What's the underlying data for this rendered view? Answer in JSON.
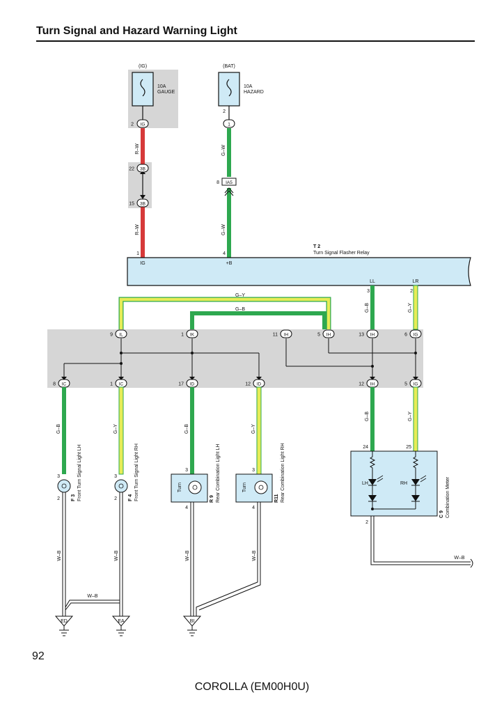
{
  "title": "Turn Signal and Hazard Warning Light",
  "page_number": "92",
  "footer": "COROLLA (EM00H0U)",
  "fuses": {
    "ig": {
      "source": "(IG)",
      "rating": "10A",
      "name": "GAUGE"
    },
    "bat": {
      "source": "(BAT)",
      "rating": "10A",
      "name": "HAZARD"
    }
  },
  "connectors": {
    "fuse_ig_pin": "2",
    "fuse_ig_id": "IG",
    "fuse_bat_pin": "2",
    "fuse_bat_id": "1",
    "j3b_top_pin": "22",
    "j3b_bot_pin": "15",
    "j3b_id": "3B",
    "ia5_pin": "8",
    "ia5_id": "IA5",
    "t2_ig_pin": "1",
    "t2_b_pin": "4",
    "t2_ll_pin": "3",
    "t2_lr_pin": "2",
    "jb_top": [
      {
        "pin": "9",
        "id": "IL"
      },
      {
        "pin": "1",
        "id": "IK"
      },
      {
        "pin": "11",
        "id": "IH"
      },
      {
        "pin": "5",
        "id": "IH"
      },
      {
        "pin": "13",
        "id": "IH"
      },
      {
        "pin": "6",
        "id": "IG"
      }
    ],
    "jb_bottom": [
      {
        "pin": "8",
        "id": "IC"
      },
      {
        "pin": "1",
        "id": "IC"
      },
      {
        "pin": "17",
        "id": "ID"
      },
      {
        "pin": "12",
        "id": "ID"
      },
      {
        "pin": "12",
        "id": "IH"
      },
      {
        "pin": "5",
        "id": "IG"
      }
    ]
  },
  "wires": {
    "rw": "R–W",
    "gw": "G–W",
    "gy": "G–Y",
    "gb": "G–B",
    "wb": "W–B"
  },
  "relay": {
    "code": "T 2",
    "name": "Turn Signal Flasher Relay",
    "term_ig": "IG",
    "term_b": "+B",
    "term_ll": "LL",
    "term_lr": "LR"
  },
  "components": {
    "f3": {
      "code": "F 3",
      "name": "Front Turn Signal Light LH",
      "pin_top": "3",
      "pin_bot": "2"
    },
    "f4": {
      "code": "F 4",
      "name": "Front Turn Signal Light RH",
      "pin_top": "3",
      "pin_bot": "2"
    },
    "r9": {
      "code": "R 9",
      "name": "Rear Combination Light LH",
      "label": "Turn",
      "pin_top": "3",
      "pin_bot": "4"
    },
    "r11": {
      "code": "R11",
      "name": "Rear Combination Light RH",
      "label": "Turn",
      "pin_top": "3",
      "pin_bot": "4"
    },
    "c9": {
      "code": "C 9",
      "name": "Combination Meter",
      "pin_lh": "24",
      "pin_rh": "25",
      "pin_gnd": "2",
      "lh": "LH",
      "rh": "RH"
    }
  },
  "grounds": {
    "ed": "ED",
    "ea": "EA",
    "bi": "BI"
  },
  "colors": {
    "red": "#d63a3a",
    "green": "#2ea84f",
    "yellow": "#e7ec57",
    "component_fill": "#cfeaf6",
    "junction_fill": "#d6d6d6"
  }
}
